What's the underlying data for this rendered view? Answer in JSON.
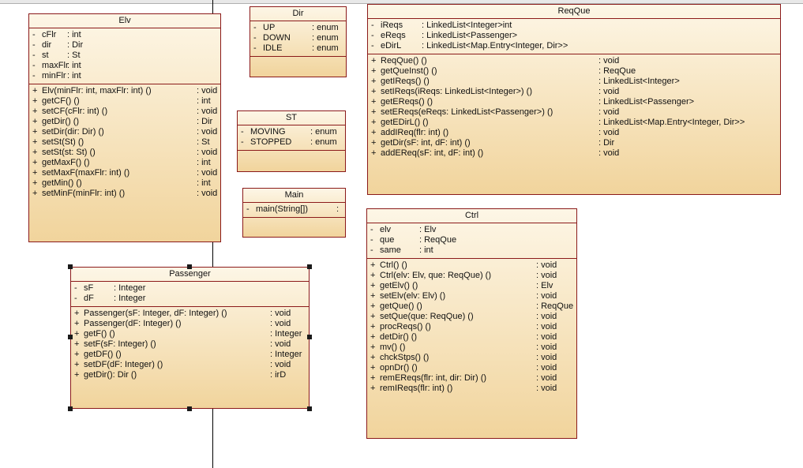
{
  "classes": {
    "elv": {
      "name": "Elv",
      "attributes": [
        {
          "vis": "-",
          "name": "cFlr",
          "type": ": int"
        },
        {
          "vis": "-",
          "name": "dir",
          "type": ": Dir"
        },
        {
          "vis": "-",
          "name": "st",
          "type": ": St"
        },
        {
          "vis": "-",
          "name": "maxFlr",
          "type": ": int"
        },
        {
          "vis": "-",
          "name": "minFlr",
          "type": ": int"
        }
      ],
      "operations": [
        {
          "vis": "+",
          "name": "Elv(minFlr: int, maxFlr: int) ()",
          "type": ": void"
        },
        {
          "vis": "+",
          "name": "getCF() ()",
          "type": ": int"
        },
        {
          "vis": "+",
          "name": "setCF(cFlr: int) ()",
          "type": ": void"
        },
        {
          "vis": "+",
          "name": "getDir() ()",
          "type": ": Dir"
        },
        {
          "vis": "+",
          "name": "setDir(dir: Dir) ()",
          "type": ": void"
        },
        {
          "vis": "+",
          "name": "setSt(St) ()",
          "type": ": St"
        },
        {
          "vis": "+",
          "name": "setSt(st: St) ()",
          "type": ": void"
        },
        {
          "vis": "+",
          "name": "getMaxF() ()",
          "type": ": int"
        },
        {
          "vis": "+",
          "name": "setMaxF(maxFlr: int) ()",
          "type": ": void"
        },
        {
          "vis": "+",
          "name": "getMin() ()",
          "type": ": int"
        },
        {
          "vis": "+",
          "name": "setMinF(minFlr: int) ()",
          "type": ": void"
        }
      ]
    },
    "dir": {
      "name": "Dir",
      "attributes": [
        {
          "vis": "-",
          "name": "UP",
          "type": ": enum"
        },
        {
          "vis": "-",
          "name": "DOWN",
          "type": ": enum"
        },
        {
          "vis": "-",
          "name": "IDLE",
          "type": ": enum"
        }
      ],
      "operations": []
    },
    "st": {
      "name": "ST",
      "attributes": [
        {
          "vis": "-",
          "name": "MOVING",
          "type": ": enum"
        },
        {
          "vis": "-",
          "name": "STOPPED",
          "type": ": enum"
        }
      ],
      "operations": []
    },
    "main": {
      "name": "Main",
      "attributes": [
        {
          "vis": "-",
          "name": "main(String[])",
          "type": ":"
        }
      ],
      "operations": []
    },
    "reqque": {
      "name": "ReqQue",
      "attributes": [
        {
          "vis": "-",
          "name": "iReqs",
          "type": ": LinkedList<Integer>int"
        },
        {
          "vis": "-",
          "name": "eReqs",
          "type": ": LinkedList<Passenger>"
        },
        {
          "vis": "-",
          "name": "eDirL",
          "type": ": LinkedList<Map.Entry<Integer, Dir>>"
        }
      ],
      "operations": [
        {
          "vis": "+",
          "name": "ReqQue() ()",
          "type": ": void"
        },
        {
          "vis": "+",
          "name": "getQueInst() ()",
          "type": ": ReqQue"
        },
        {
          "vis": "+",
          "name": "getIReqs() ()",
          "type": ": LinkedList<Integer>"
        },
        {
          "vis": "+",
          "name": "setIReqs(iReqs: LinkedList<Integer>) ()",
          "type": ": void"
        },
        {
          "vis": "+",
          "name": "getEReqs() ()",
          "type": ": LinkedList<Passenger>"
        },
        {
          "vis": "+",
          "name": "setEReqs(eReqs: LinkedList<Passenger>) ()",
          "type": ": void"
        },
        {
          "vis": "+",
          "name": "getEDirL() ()",
          "type": ": LinkedList<Map.Entry<Integer, Dir>>"
        },
        {
          "vis": "+",
          "name": "addIReq(flr: int) ()",
          "type": ": void"
        },
        {
          "vis": "+",
          "name": "getDir(sF: int, dF: int) ()",
          "type": ": Dir"
        },
        {
          "vis": "+",
          "name": "addEReq(sF: int, dF: int) ()",
          "type": ": void"
        }
      ]
    },
    "passenger": {
      "name": "Passenger",
      "attributes": [
        {
          "vis": "-",
          "name": "sF",
          "type": ": Integer"
        },
        {
          "vis": "-",
          "name": "dF",
          "type": ": Integer"
        }
      ],
      "operations": [
        {
          "vis": "+",
          "name": "Passenger(sF: Integer, dF: Integer) ()",
          "type": ": void"
        },
        {
          "vis": "+",
          "name": "Passenger(dF: Integer) ()",
          "type": ": void"
        },
        {
          "vis": "+",
          "name": "getF() ()",
          "type": ": Integer"
        },
        {
          "vis": "+",
          "name": "setF(sF: Integer) ()",
          "type": ": void"
        },
        {
          "vis": "+",
          "name": "getDF() ()",
          "type": ": Integer"
        },
        {
          "vis": "+",
          "name": "setDF(dF: Integer) ()",
          "type": ": void"
        },
        {
          "vis": "+",
          "name": "getDir(): Dir ()",
          "type": ": irD"
        }
      ]
    },
    "ctrl": {
      "name": "Ctrl",
      "attributes": [
        {
          "vis": "-",
          "name": "elv",
          "type": ": Elv"
        },
        {
          "vis": "-",
          "name": "que",
          "type": ": ReqQue"
        },
        {
          "vis": "-",
          "name": "same",
          "type": ": int"
        }
      ],
      "operations": [
        {
          "vis": "+",
          "name": "Ctrl() ()",
          "type": ": void"
        },
        {
          "vis": "+",
          "name": "Ctrl(elv: Elv, que: ReqQue) ()",
          "type": ": void"
        },
        {
          "vis": "+",
          "name": "getElv() ()",
          "type": ": Elv"
        },
        {
          "vis": "+",
          "name": "setElv(elv: Elv) ()",
          "type": ": void"
        },
        {
          "vis": "+",
          "name": "getQue() ()",
          "type": ": ReqQue"
        },
        {
          "vis": "+",
          "name": "setQue(que: ReqQue) ()",
          "type": ": void"
        },
        {
          "vis": "+",
          "name": "procReqs() ()",
          "type": ": void"
        },
        {
          "vis": "+",
          "name": "detDir() ()",
          "type": ": void"
        },
        {
          "vis": "+",
          "name": "mv() ()",
          "type": ": void"
        },
        {
          "vis": "+",
          "name": "chckStps() ()",
          "type": ": void"
        },
        {
          "vis": "+",
          "name": "opnDr() ()",
          "type": ": void"
        },
        {
          "vis": "+",
          "name": "remEReqs(flr: int, dir: Dir) ()",
          "type": ": void"
        },
        {
          "vis": "+",
          "name": "remIReqs(flr: int) ()",
          "type": ": void"
        }
      ]
    }
  }
}
